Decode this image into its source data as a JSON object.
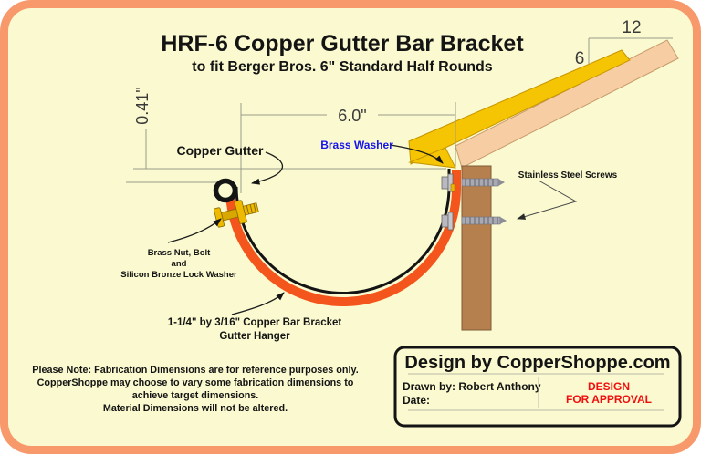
{
  "header": {
    "title": "HRF-6 Copper Gutter Bar Bracket",
    "subtitle": "to fit Berger Bros. 6\" Standard Half Rounds"
  },
  "dimensions": {
    "offset": "0.41\"",
    "width": "6.0\"",
    "pitch_run": "12",
    "pitch_rise": "6"
  },
  "callouts": {
    "copper_gutter": "Copper Gutter",
    "brass_washer": "Brass Washer",
    "stainless_screws": "Stainless Steel Screws",
    "brass_nut_1": "Brass Nut, Bolt",
    "brass_nut_2": "and",
    "brass_nut_3": "Silicon Bronze Lock Washer",
    "hanger_1": "1-1/4\" by 3/16\" Copper Bar Bracket",
    "hanger_2": "Gutter Hanger"
  },
  "note": {
    "line1": "Please Note: Fabrication Dimensions are for reference purposes only.",
    "line2": "CopperShoppe may choose to vary some fabrication dimensions to",
    "line3": "achieve target dimensions.",
    "line4": "Material Dimensions will not be altered."
  },
  "title_block": {
    "heading": "Design by CopperShoppe.com",
    "drawn_by": "Drawn by: Robert Anthony",
    "date_label": "Date:",
    "stamp_line1": "DESIGN",
    "stamp_line2": "FOR APPROVAL"
  },
  "colors": {
    "background": "#faf9cf",
    "frame": "#f8996b",
    "bracket_orange": "#f4551c",
    "gutter_black": "#141414",
    "wood_brown": "#b5804e",
    "drip_edge_gold": "#f5c402",
    "roof_deck_peach": "#f7cda4",
    "brass_yellow": "#edba00",
    "screw_silver": "#a9a9b3",
    "label_blue": "#1414ee",
    "stamp_red": "#f10e0e"
  }
}
